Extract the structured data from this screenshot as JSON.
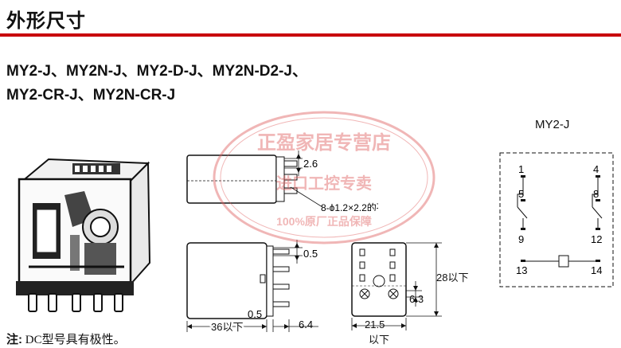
{
  "header": {
    "title": "外形尺寸"
  },
  "models": {
    "line1": "MY2-J、MY2N-J、MY2-D-J、MY2N-D2-J、",
    "line2": "MY2-CR-J、MY2N-CR-J"
  },
  "dimensions": {
    "top_gap": "2.6",
    "hole_note": "8-ϕ1.2×2.2的孔",
    "pin_top": "0.5",
    "pin_bottom": "0.5",
    "width": "36以下",
    "pin_len": "6.4",
    "height": "28以下",
    "pin_pitch": "6.3",
    "depth": "21.5",
    "depth_sub": "以下"
  },
  "schematic": {
    "title": "MY2-J",
    "pins": {
      "p1": "1",
      "p4": "4",
      "p5": "5",
      "p8": "8",
      "p9": "9",
      "p12": "12",
      "p13": "13",
      "p14": "14"
    }
  },
  "watermark": {
    "line1": "正盈家居专营店",
    "line2": "进口工控专卖",
    "line3": "100%原厂正品保障"
  },
  "note": {
    "label": "注:",
    "text": "DC型号具有极性。"
  },
  "colors": {
    "accent": "#c8000a",
    "watermark": "#e06060"
  }
}
